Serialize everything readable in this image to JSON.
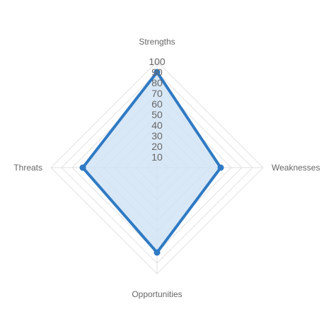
{
  "chart_data": {
    "type": "radar",
    "axes": [
      "Strengths",
      "Weaknesses",
      "Opportunities",
      "Threats"
    ],
    "series": [
      {
        "values": [
          90,
          60,
          80,
          70
        ]
      }
    ],
    "rlim": [
      0,
      100
    ],
    "ticks": [
      "10",
      "20",
      "30",
      "40",
      "50",
      "60",
      "70",
      "80",
      "90",
      "100"
    ],
    "grid": true,
    "legend": "none",
    "colors": {
      "line": "#2f7ac4",
      "fill": "#cfe2f5",
      "grid": "#e2e2e2",
      "label": "#666666"
    }
  }
}
